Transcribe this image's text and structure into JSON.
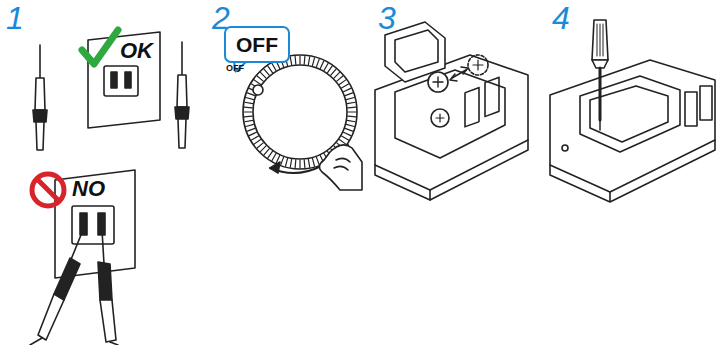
{
  "diagram": {
    "nodes": [
      {
        "text": [
          "OFF"
        ]
      }
    ],
    "labels": [
      "1",
      "OK",
      "NO",
      "2",
      "OFF",
      "3",
      "4"
    ]
  }
}
